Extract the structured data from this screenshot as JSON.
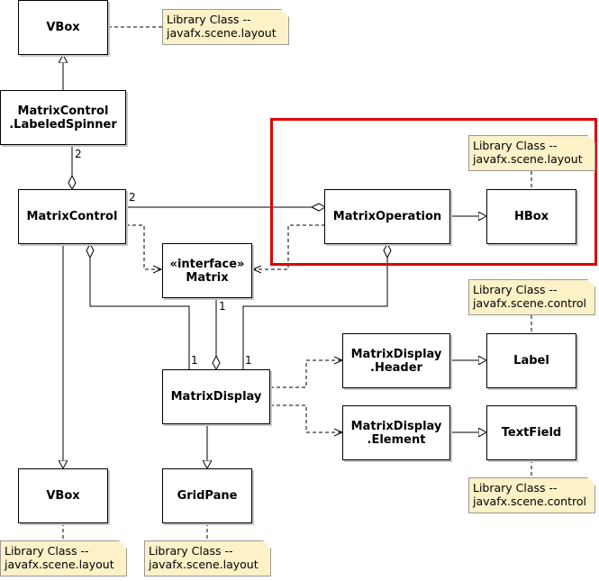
{
  "classes": {
    "vbox_top": {
      "lines": [
        "VBox"
      ]
    },
    "labeled_spinner": {
      "lines": [
        "MatrixControl",
        ".LabeledSpinner"
      ]
    },
    "matrix_control": {
      "lines": [
        "MatrixControl"
      ]
    },
    "matrix_interface": {
      "lines": [
        "«interface»",
        "Matrix"
      ]
    },
    "matrix_operation": {
      "lines": [
        "MatrixOperation"
      ]
    },
    "hbox": {
      "lines": [
        "HBox"
      ]
    },
    "matrix_display": {
      "lines": [
        "MatrixDisplay"
      ]
    },
    "md_header": {
      "lines": [
        "MatrixDisplay",
        ".Header"
      ]
    },
    "md_element": {
      "lines": [
        "MatrixDisplay",
        ".Element"
      ]
    },
    "label": {
      "lines": [
        "Label"
      ]
    },
    "textfield": {
      "lines": [
        "TextField"
      ]
    },
    "vbox_bottom": {
      "lines": [
        "VBox"
      ]
    },
    "gridpane": {
      "lines": [
        "GridPane"
      ]
    }
  },
  "notes": {
    "note_vbox_top": {
      "lines": [
        "Library Class --",
        "javafx.scene.layout"
      ]
    },
    "note_hbox": {
      "lines": [
        "Library Class --",
        "javafx.scene.layout"
      ]
    },
    "note_label": {
      "lines": [
        "Library Class --",
        "javafx.scene.control"
      ]
    },
    "note_textfield": {
      "lines": [
        "Library Class --",
        "javafx.scene.control"
      ]
    },
    "note_vbox_bottom": {
      "lines": [
        "Library Class --",
        "javafx.scene.layout"
      ]
    },
    "note_gridpane": {
      "lines": [
        "Library Class --",
        "javafx.scene.layout"
      ]
    }
  },
  "multiplicities": {
    "spinner_to_control": "2",
    "control_to_operation": "2",
    "interface_to_display": "1",
    "control_to_display": "1",
    "operation_to_display": "1"
  },
  "highlight_color": "#e00000",
  "note_color": "#fdf1c8"
}
